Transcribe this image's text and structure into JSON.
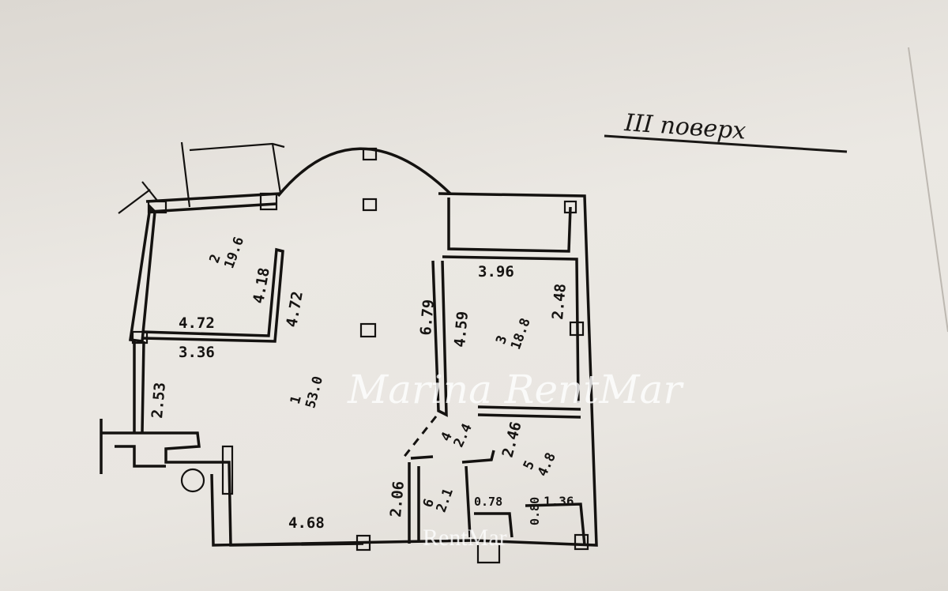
{
  "floor_label": "III поверх",
  "rooms": [
    {
      "number": "1",
      "area": "53.0"
    },
    {
      "number": "2",
      "area": "19.6"
    },
    {
      "number": "3",
      "area": "18.8"
    },
    {
      "number": "4",
      "area": "2.4"
    },
    {
      "number": "5",
      "area": "4.8"
    },
    {
      "number": "6",
      "area": "2.1"
    }
  ],
  "dimensions": {
    "room2_bottom_inner": "4.72",
    "room2_bottom_outer": "3.36",
    "room2_right_inner": "4.18",
    "room2_right_outer": "4.72",
    "hall_left": "2.53",
    "room1_right": "6.79",
    "room3_left": "4.59",
    "room3_top": "3.96",
    "room3_right": "2.48",
    "room5_top": "2.46",
    "room6_left": "2.06",
    "room1_bottom": "4.68",
    "room6_bottom": "0.78",
    "room5_step": "0.80",
    "room5_bottom": "1.36"
  },
  "watermarks": {
    "main": "Marina RentMar",
    "small": "RentMar"
  }
}
